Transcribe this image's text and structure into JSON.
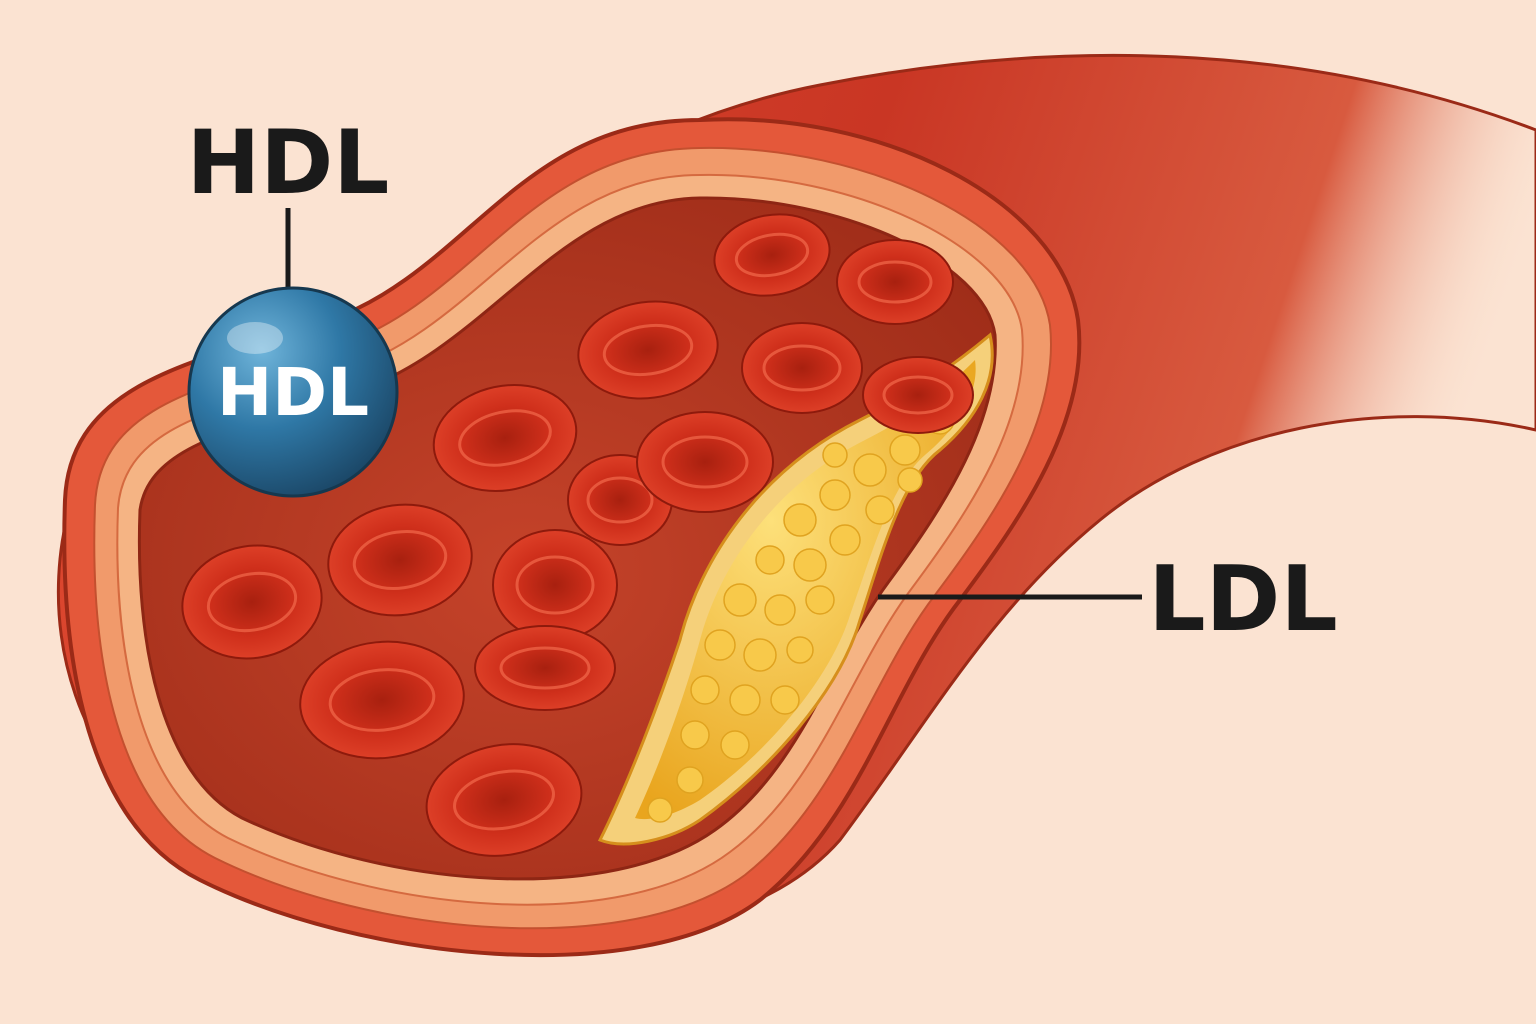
{
  "labels": {
    "hdl_callout": "HDL",
    "hdl_particle": "HDL",
    "ldl_callout": "LDL"
  },
  "colors": {
    "background": "#fbe3d2",
    "artery_outer": "#d8452e",
    "artery_layer": "#f08a5d",
    "artery_inner": "#b83a22",
    "blood_cell": "#d7321f",
    "plaque": "#f2b533",
    "hdl_particle": "#2c6f99",
    "leader_line": "#1a1a1a",
    "label_text": "#1a1a1a"
  },
  "icons": {
    "hdl_particle": "hdl-particle-icon",
    "blood_cell": "red-blood-cell-icon",
    "plaque": "cholesterol-plaque-icon"
  }
}
